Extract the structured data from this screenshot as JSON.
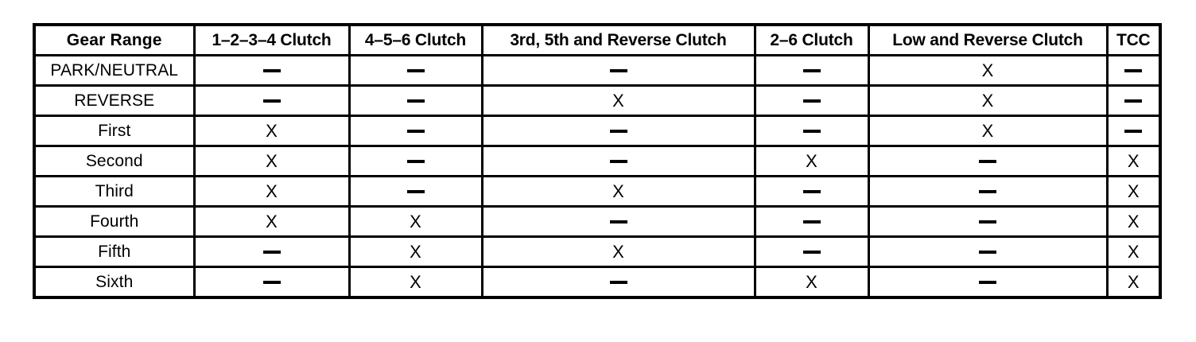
{
  "table": {
    "name": "clutch-application-chart",
    "columns": [
      "Gear Range",
      "1–2–3–4 Clutch",
      "4–5–6 Clutch",
      "3rd, 5th and Reverse Clutch",
      "2–6 Clutch",
      "Low and Reverse Clutch",
      "TCC"
    ],
    "applied_symbol": "X",
    "not_applied_symbol": "—",
    "rows": [
      {
        "gear_range": "PARK/NEUTRAL",
        "cells": [
          "—",
          "—",
          "—",
          "—",
          "X",
          "—"
        ]
      },
      {
        "gear_range": "REVERSE",
        "cells": [
          "—",
          "—",
          "X",
          "—",
          "X",
          "—"
        ]
      },
      {
        "gear_range": "First",
        "cells": [
          "X",
          "—",
          "—",
          "—",
          "X",
          "—"
        ]
      },
      {
        "gear_range": "Second",
        "cells": [
          "X",
          "—",
          "—",
          "X",
          "—",
          "X"
        ]
      },
      {
        "gear_range": "Third",
        "cells": [
          "X",
          "—",
          "X",
          "—",
          "—",
          "X"
        ]
      },
      {
        "gear_range": "Fourth",
        "cells": [
          "X",
          "X",
          "—",
          "—",
          "—",
          "X"
        ]
      },
      {
        "gear_range": "Fifth",
        "cells": [
          "—",
          "X",
          "X",
          "—",
          "—",
          "X"
        ]
      },
      {
        "gear_range": "Sixth",
        "cells": [
          "—",
          "X",
          "—",
          "X",
          "—",
          "X"
        ]
      }
    ]
  },
  "colors": {
    "border": "#000000",
    "text": "#000000",
    "background": "#ffffff"
  }
}
